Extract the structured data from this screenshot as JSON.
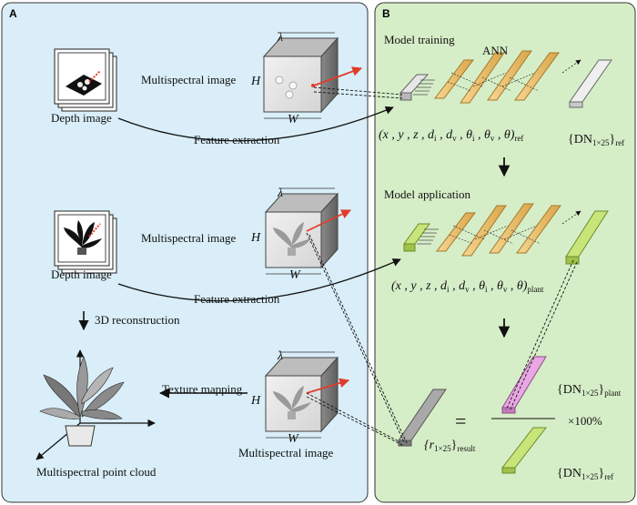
{
  "panel_a": {
    "letter": "A",
    "row1": {
      "depth_label": "Depth image",
      "ms_label": "Multispectral image",
      "arrow_label": "Feature extraction"
    },
    "row2": {
      "depth_label": "Depth image",
      "ms_label": "Multispectral image",
      "arrow_label": "Feature extraction",
      "recon_label": "3D reconstruction"
    },
    "row3": {
      "texture_label": "Texture mapping",
      "ms_label": "Multispectral image",
      "cloud_label": "Multispectral point cloud"
    },
    "cube_dims": {
      "lambda": "λ",
      "h": "H",
      "w": "W"
    }
  },
  "panel_b": {
    "letter": "B",
    "training": {
      "title": "Model training",
      "ann": "ANN",
      "features": "(x , y , z , d",
      "features_tail": ", θ)",
      "features_sub": "ref",
      "output": "{DN",
      "output_sub": "1×25",
      "output_tail": "}",
      "output_suffix": "ref"
    },
    "application": {
      "title": "Model application",
      "features_sub": "plant"
    },
    "result": {
      "eq": "=",
      "r": "{r",
      "r_sub": "1×25",
      "r_suffix": "result",
      "numerator_suffix": "plant",
      "denominator_suffix": "ref",
      "percent": "×100%"
    }
  },
  "colors": {
    "panel_a_bg": "#d9eef8",
    "panel_b_bg": "#d6eec8",
    "ann_bar": "#f3c978",
    "input_ref": "#c9c9c9",
    "input_plant": "#c8e57a",
    "output_pink": "#e9a7e3",
    "arrow_red": "#e03c2a"
  }
}
